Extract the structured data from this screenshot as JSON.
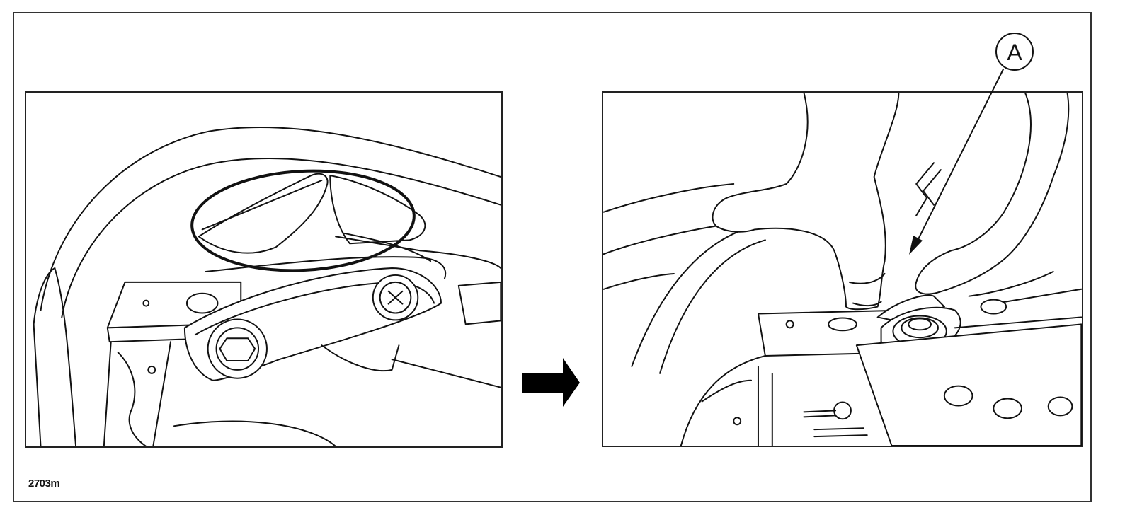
{
  "figure": {
    "code": "2703m",
    "callout_label": "A",
    "left_panel": {
      "highlight": "ellipse"
    },
    "right_panel": {
      "pointer": "arrow-to-tab"
    },
    "transition": "arrow-right-icon",
    "line_color": "#111111",
    "background": "#ffffff"
  }
}
